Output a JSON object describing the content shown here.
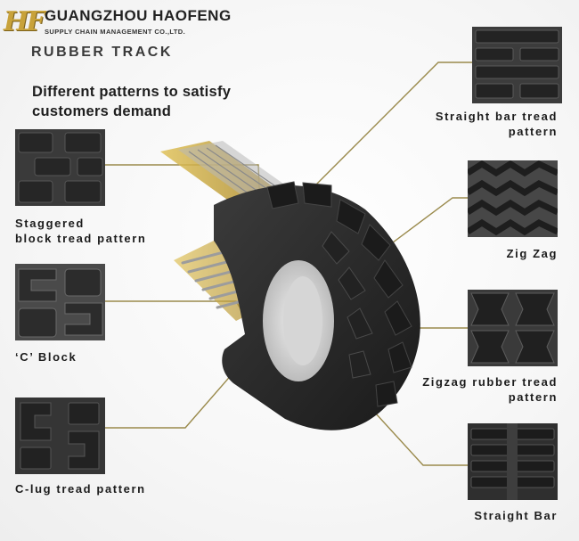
{
  "header": {
    "logo_text": "HF",
    "company_name": "GUANGZHOU HAOFENG",
    "company_subtitle": "SUPPLY CHAIN MANAGEMENT CO.,LTD.",
    "product_title": "RUBBER TRACK",
    "tagline_line1": "Different patterns to satisfy",
    "tagline_line2": "customers demand"
  },
  "patterns_left": [
    {
      "line1": "Staggered",
      "line2": "block tread pattern"
    },
    {
      "line1": "‘C’ Block",
      "line2": ""
    },
    {
      "line1": "C-lug tread pattern",
      "line2": ""
    }
  ],
  "patterns_right": [
    {
      "line1": "Straight bar tread",
      "line2": "pattern"
    },
    {
      "line1": "Zig Zag",
      "line2": ""
    },
    {
      "line1": "Zigzag rubber tread",
      "line2": "pattern"
    },
    {
      "line1": "Straight Bar",
      "line2": ""
    }
  ],
  "colors": {
    "leader": "#9a8a4c",
    "rubber": "#2b2b2b",
    "steel": "#c9a63a",
    "logo": "#c8a23a"
  }
}
